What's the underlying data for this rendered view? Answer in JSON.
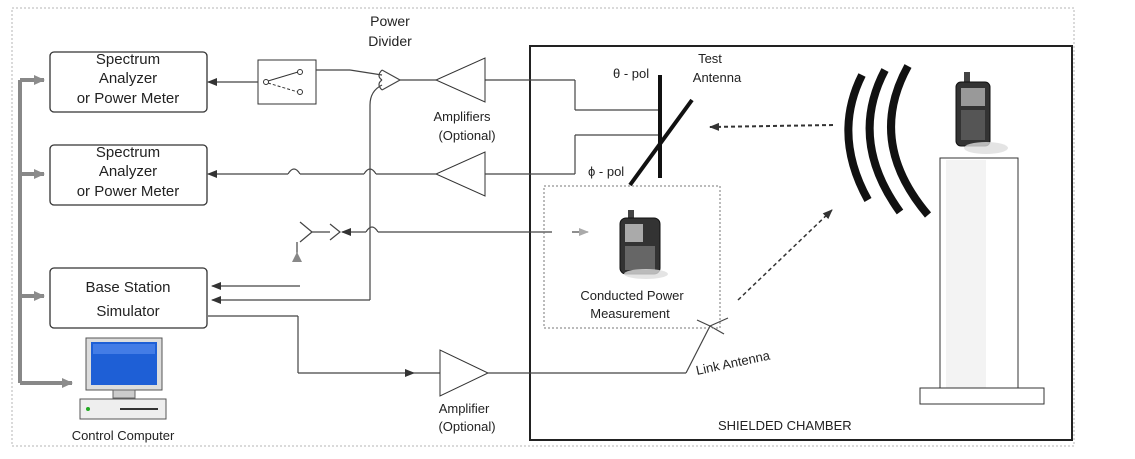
{
  "colors": {
    "line": "#444444",
    "bus": "#8c8c8c",
    "screen": "#1e5fd6",
    "chamber": "#222222"
  },
  "instruments": {
    "analyzer1": [
      "Spectrum",
      "Analyzer",
      "or Power Meter"
    ],
    "analyzer2": [
      "Spectrum",
      "Analyzer",
      "or Power Meter"
    ],
    "base_station": [
      "Base Station",
      "Simulator"
    ],
    "computer": "Control Computer"
  },
  "path_labels": {
    "power_divider": [
      "Power",
      "Divider"
    ],
    "amplifiers": [
      "Amplifiers",
      "(Optional)"
    ],
    "amplifier": [
      "Amplifier",
      "(Optional)"
    ]
  },
  "chamber": {
    "title": "SHIELDED CHAMBER",
    "test_antenna": [
      "Test",
      "Antenna"
    ],
    "theta_pol": "θ - pol",
    "phi_pol": "ϕ - pol",
    "conducted": [
      "Conducted Power",
      "Measurement"
    ],
    "link_antenna": "Link Antenna"
  },
  "icons": [
    "switch-icon",
    "power-divider-icon",
    "amplifier-icon",
    "antenna-icon",
    "phone-icon",
    "computer-icon",
    "radiation-waves-icon"
  ]
}
